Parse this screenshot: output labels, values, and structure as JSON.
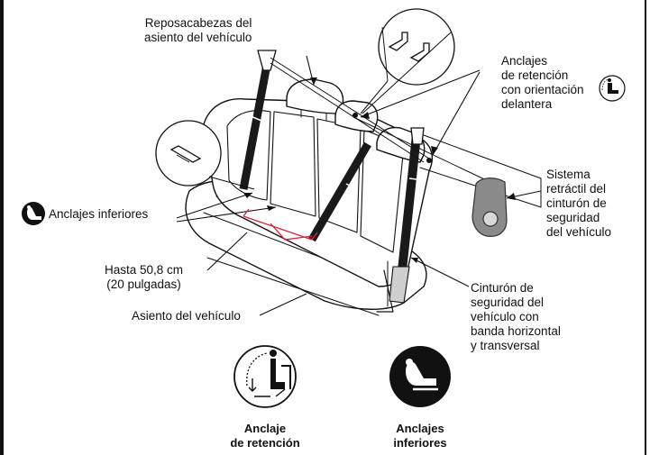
{
  "labels": {
    "headrests": [
      "Reposacabezas del",
      "asiento del vehículo"
    ],
    "tether_anchors": [
      "Anclajes",
      "de retención",
      "con orientación",
      "delantera"
    ],
    "retractor": [
      "Sistema",
      "retráctil del",
      "cinturón de",
      "seguridad",
      "del vehículo"
    ],
    "lower_anchors": "Anclajes inferiores",
    "distance": [
      "Hasta 50,8 cm",
      "(20 pulgadas)"
    ],
    "seat": "Asiento del vehículo",
    "belt": [
      "Cinturón de",
      "seguridad del",
      "vehículo con",
      "banda horizontal",
      "y transversal"
    ]
  },
  "legend": {
    "tether_caption": [
      "Anclaje",
      "de retención"
    ],
    "lower_caption": [
      "Anclajes",
      "inferiores"
    ]
  },
  "icons": {
    "tether": "tether-anchor-icon",
    "lower": "lower-anchors-icon",
    "distance_marker_color": "#d6243a",
    "belt_color": "#1a1a1a",
    "retractor_color": "#8a8a8a"
  }
}
